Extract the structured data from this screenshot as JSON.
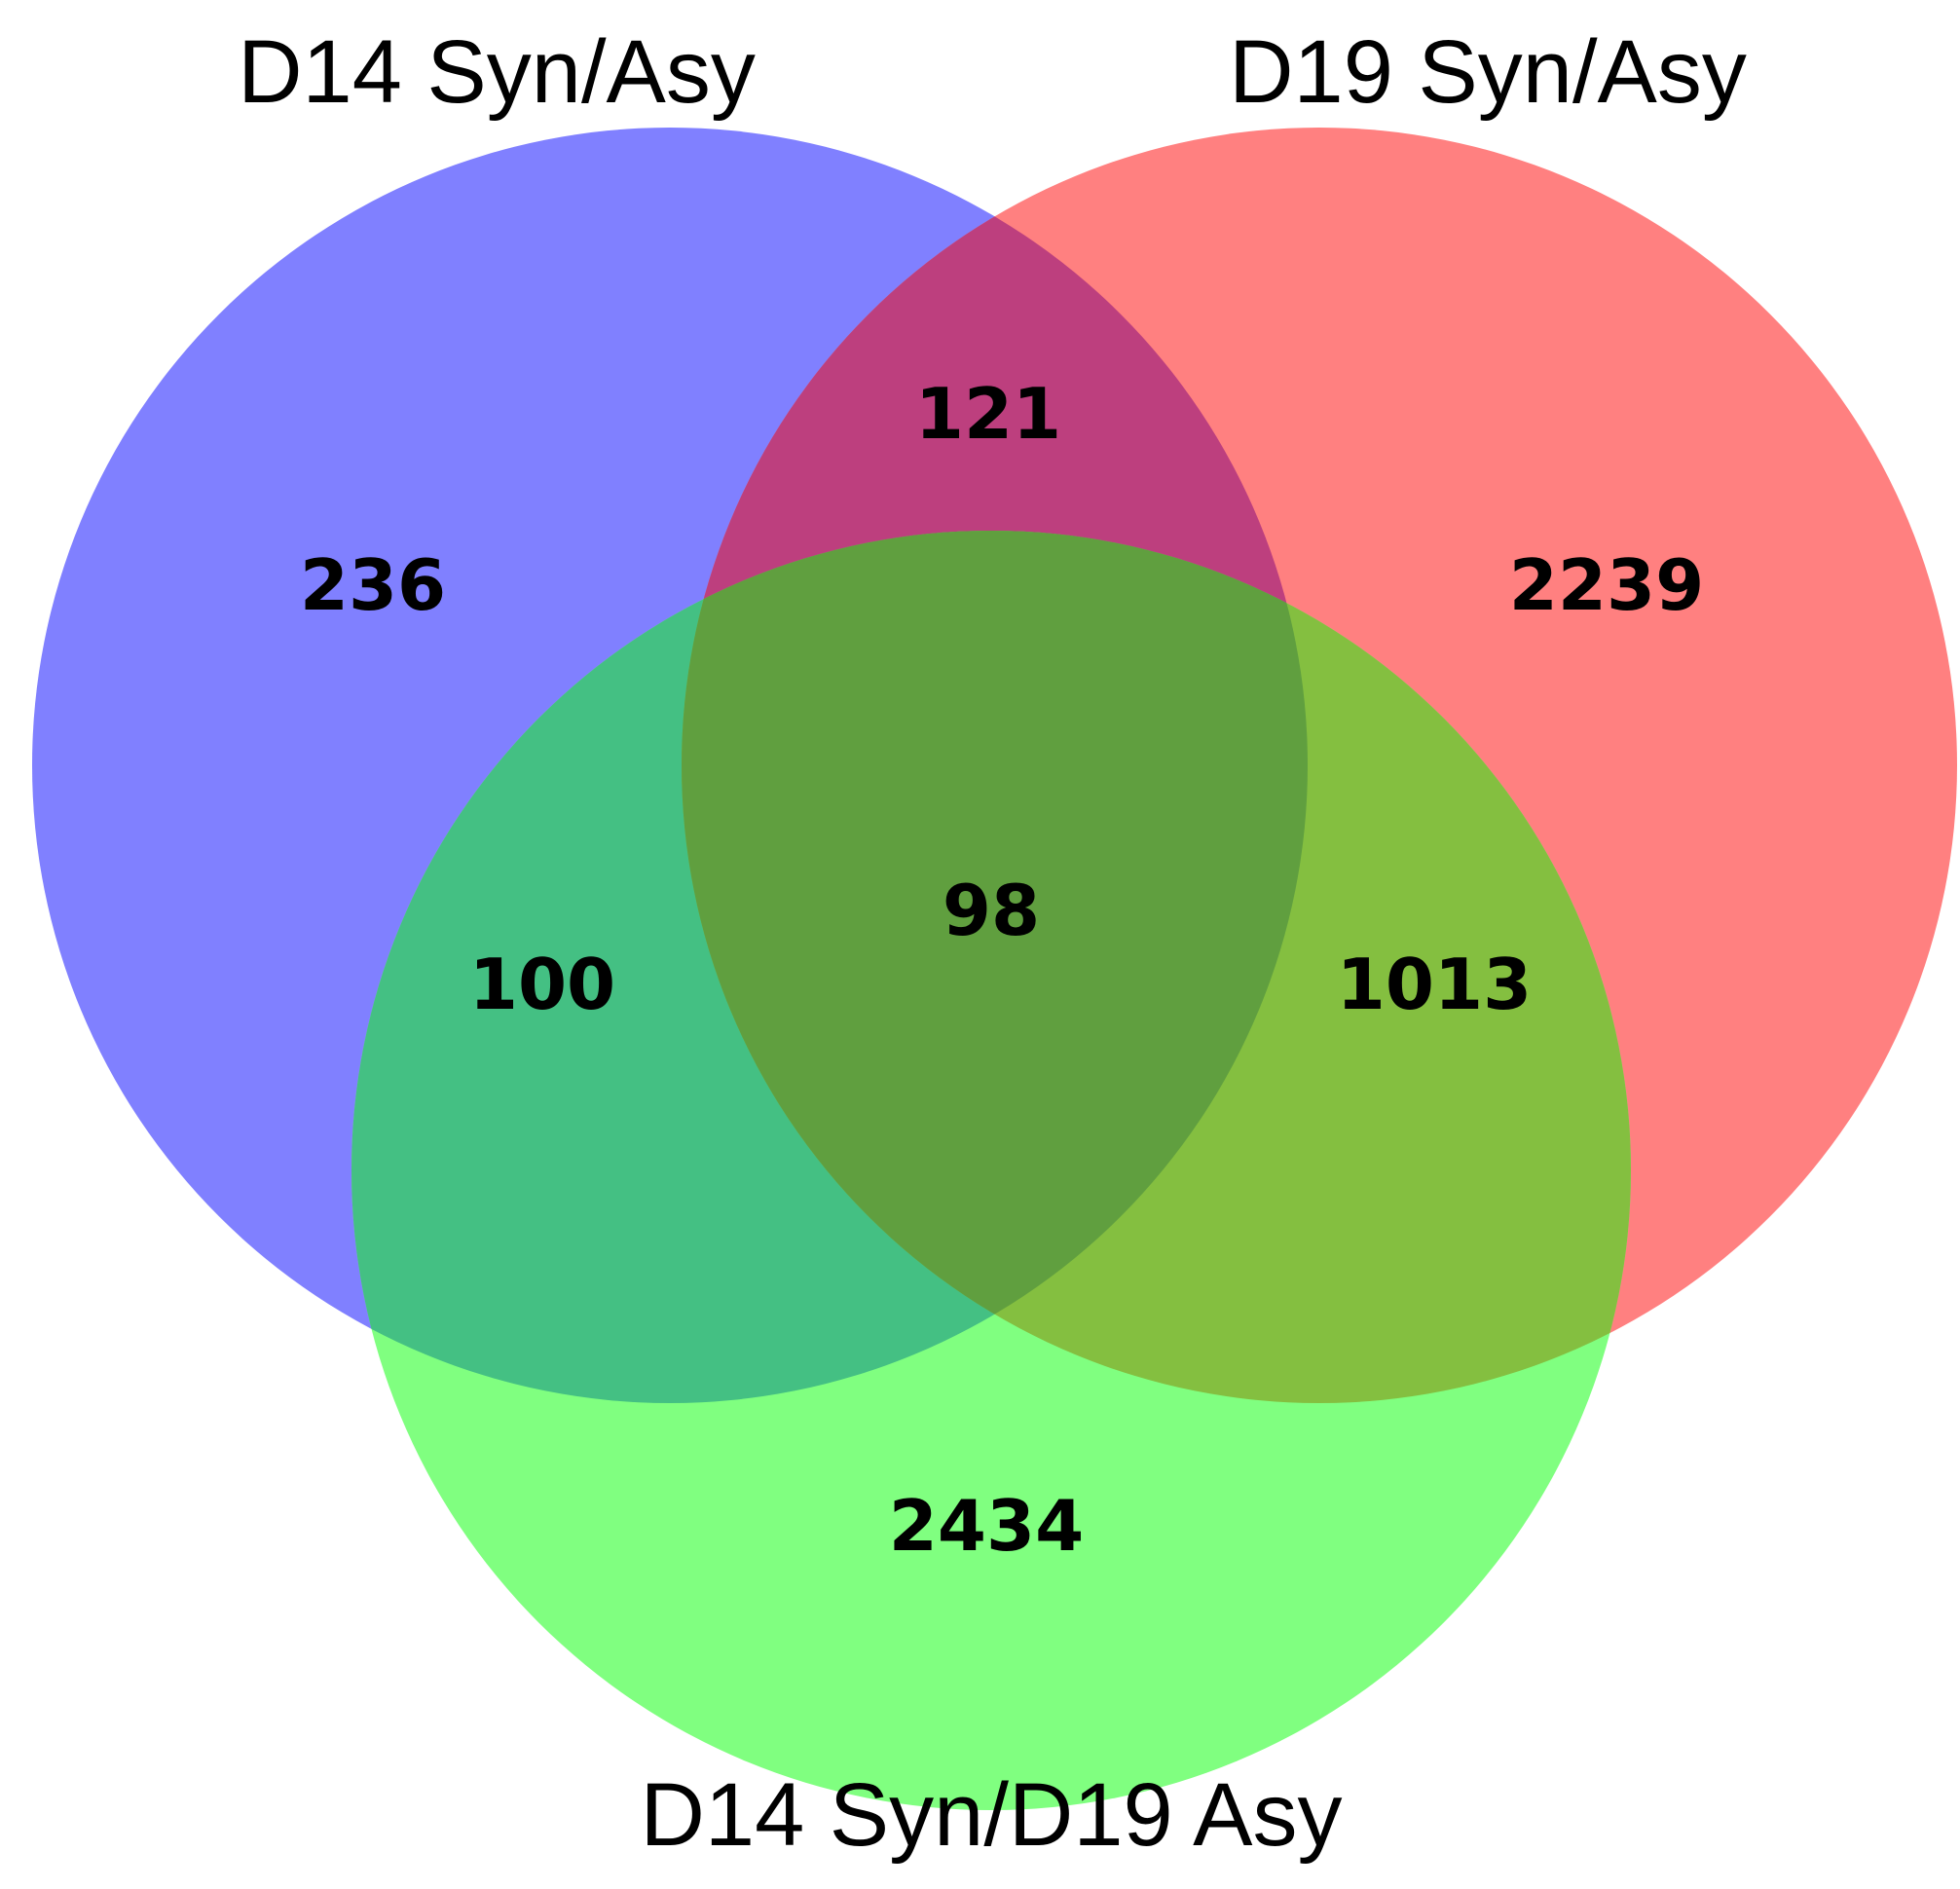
{
  "sets": [
    {
      "id": "a",
      "label": "D14 Syn/Asy",
      "color": "#8080ff"
    },
    {
      "id": "b",
      "label": "D19 Syn/Asy",
      "color": "#ff8080"
    },
    {
      "id": "c",
      "label": "D14 Syn/D19 Asy",
      "color": "#80ff80"
    }
  ],
  "overlap_colors": {
    "a_b": "#bd3f7e",
    "a_c": "#44c083",
    "b_c": "#84bf40",
    "a_b_c": "#609f3f"
  },
  "regions": {
    "a_only": "236",
    "b_only": "2239",
    "c_only": "2434",
    "a_b": "121",
    "a_c": "100",
    "b_c": "1013",
    "a_b_c": "98"
  }
}
